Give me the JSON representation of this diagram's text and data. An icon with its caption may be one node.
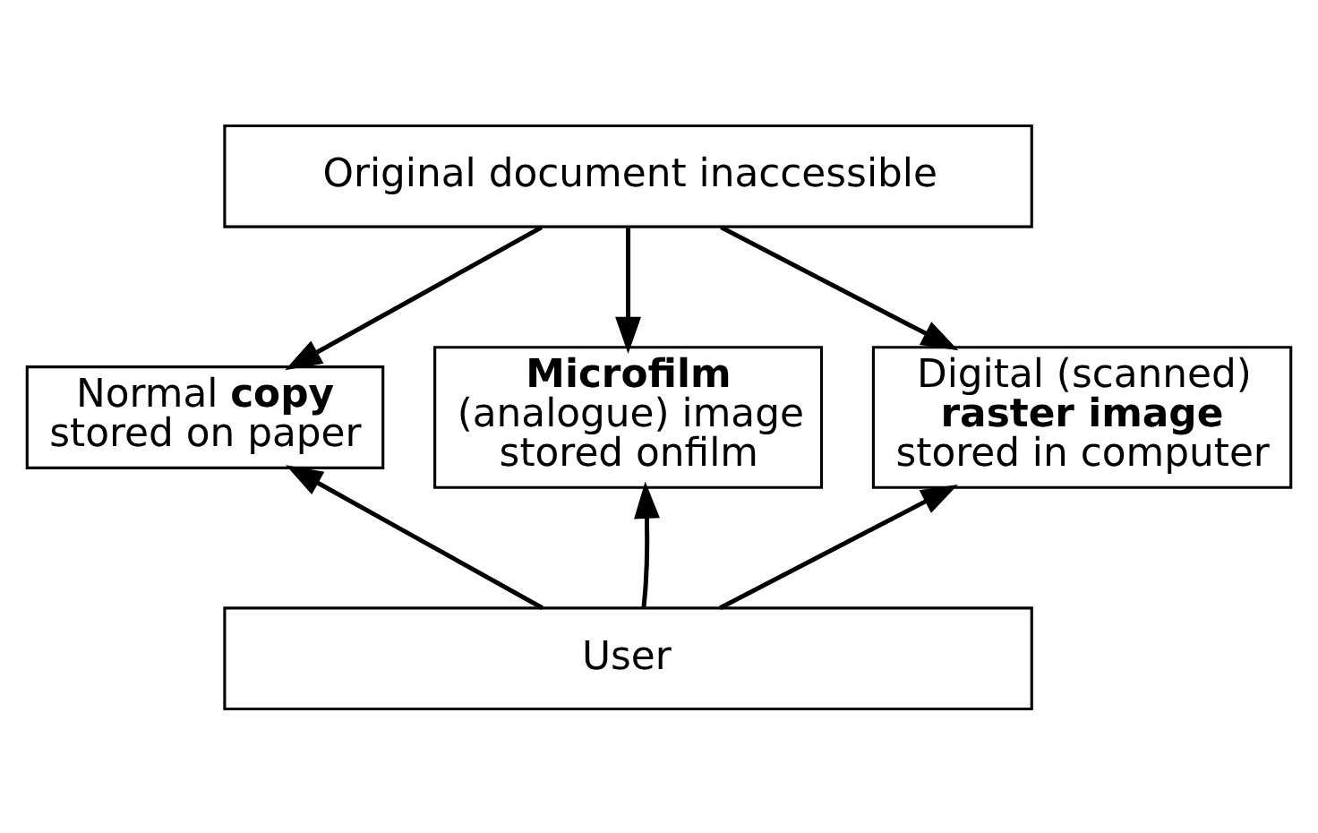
{
  "diagram": {
    "nodes": [
      {
        "text": [
          "Original document inaccessible"
        ]
      },
      {
        "text": [
          "Normal **copy** stored on paper"
        ]
      },
      {
        "text": [
          "**Microfilm** (analogue) image stored onfilm"
        ]
      },
      {
        "text": [
          "Digital (scanned) **raster image** stored in computer"
        ]
      },
      {
        "text": [
          "User"
        ]
      }
    ],
    "edges": [
      {
        "from": 0,
        "to": 1,
        "arrow": "to"
      },
      {
        "from": 0,
        "to": 2,
        "arrow": "to"
      },
      {
        "from": 0,
        "to": 3,
        "arrow": "to"
      },
      {
        "from": 4,
        "to": 1,
        "arrow": "to"
      },
      {
        "from": 4,
        "to": 2,
        "arrow": "to"
      },
      {
        "from": 4,
        "to": 3,
        "arrow": "to"
      }
    ]
  }
}
